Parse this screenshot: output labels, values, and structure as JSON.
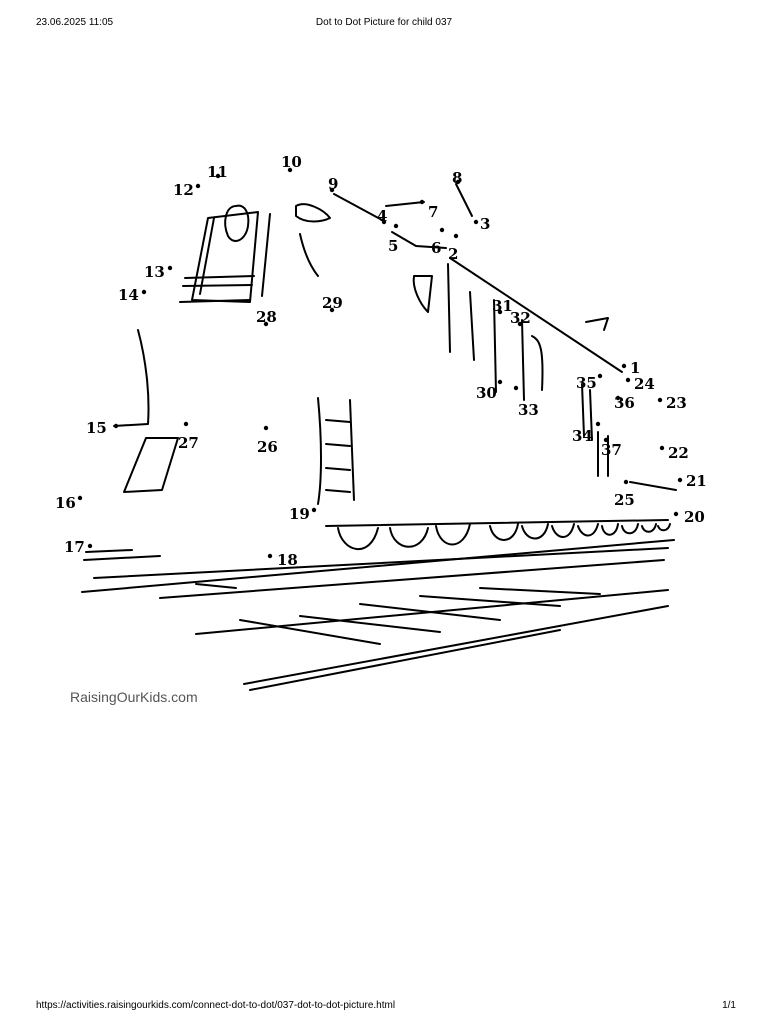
{
  "header": {
    "datetime": "23.06.2025 11:05",
    "title": "Dot to Dot Picture for child 037"
  },
  "footer": {
    "url": "https://activities.raisingourkids.com/connect-dot-to-dot/037-dot-to-dot-picture.html",
    "page": "1/1"
  },
  "watermark": "RaisingOurKids.com",
  "dots": [
    {
      "label": "1"
    },
    {
      "label": "2"
    },
    {
      "label": "3"
    },
    {
      "label": "4"
    },
    {
      "label": "5"
    },
    {
      "label": "6"
    },
    {
      "label": "7"
    },
    {
      "label": "8"
    },
    {
      "label": "9"
    },
    {
      "label": "10"
    },
    {
      "label": "11"
    },
    {
      "label": "12"
    },
    {
      "label": "13"
    },
    {
      "label": "14"
    },
    {
      "label": "15"
    },
    {
      "label": "16"
    },
    {
      "label": "17"
    },
    {
      "label": "18"
    },
    {
      "label": "19"
    },
    {
      "label": "20"
    },
    {
      "label": "21"
    },
    {
      "label": "22"
    },
    {
      "label": "23"
    },
    {
      "label": "24"
    },
    {
      "label": "25"
    },
    {
      "label": "26"
    },
    {
      "label": "27"
    },
    {
      "label": "28"
    },
    {
      "label": "29"
    },
    {
      "label": "30"
    },
    {
      "label": "31"
    },
    {
      "label": "32"
    },
    {
      "label": "33"
    },
    {
      "label": "34"
    },
    {
      "label": "35"
    },
    {
      "label": "36"
    },
    {
      "label": "37"
    }
  ]
}
